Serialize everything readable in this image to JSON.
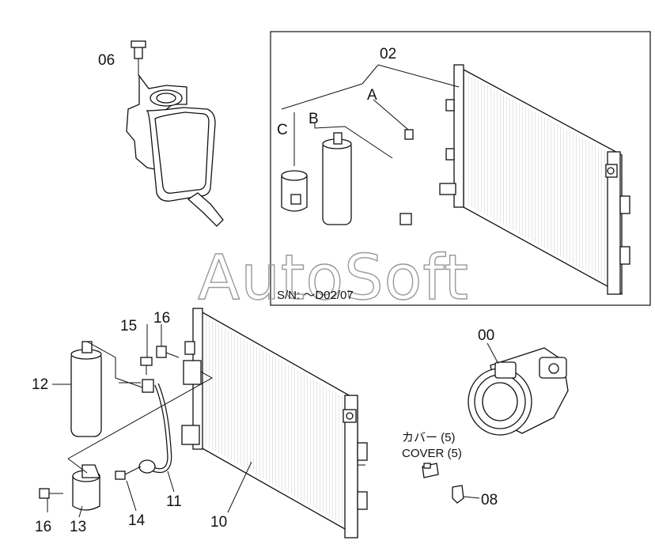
{
  "callouts": {
    "c00": "00",
    "c02": "02",
    "c06": "06",
    "c08": "08",
    "c10": "10",
    "c11": "11",
    "c12": "12",
    "c13": "13",
    "c14": "14",
    "c15": "15",
    "c16a": "16",
    "c16b": "16",
    "cA": "A",
    "cB": "B",
    "cC": "C"
  },
  "inset": {
    "serial_note": "S/N: ～D02/07"
  },
  "notes": {
    "cover_jp": "カバー (5)",
    "cover_en": "COVER (5)"
  },
  "watermark": "AutoSoft"
}
